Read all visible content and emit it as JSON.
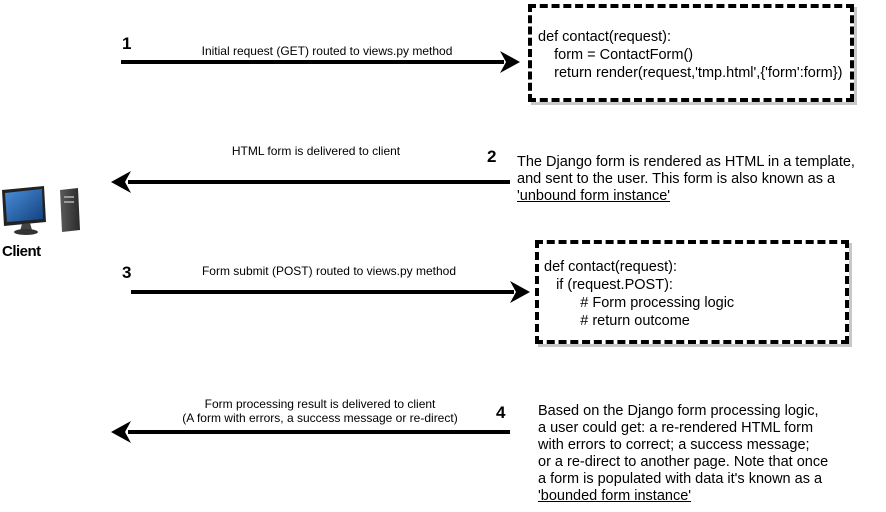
{
  "client": {
    "label": "Client",
    "icon": "desktop-computer-icon"
  },
  "steps": [
    {
      "number": "1",
      "label": "Initial request (GET) routed to views.py method"
    },
    {
      "number": "2",
      "label": "HTML form is delivered to client"
    },
    {
      "number": "3",
      "label": "Form submit (POST) routed to views.py method"
    },
    {
      "number": "4",
      "label_line1": "Form processing result is delivered to client",
      "label_line2": "(A form with errors, a success message or re-direct)"
    }
  ],
  "code1": [
    "def contact(request):",
    "    form = ContactForm()",
    "    return render(request,'tmp.html',{'form':form})"
  ],
  "code2": [
    "def contact(request):",
    "   if (request.POST):",
    "         # Form processing logic",
    "         # return outcome"
  ],
  "desc2": {
    "line1": "The Django form is rendered as HTML in a template,",
    "line2": "and sent to the user. This form is also known as a",
    "line3": "'unbound form instance'"
  },
  "desc4": {
    "line1": "Based on the Django form processing logic,",
    "line2": "a user could get: a re-rendered HTML form",
    "line3": "with errors to correct; a success message;",
    "line4": "or a re-direct to another page. Note that once",
    "line5": "a form is populated with data it's known as a",
    "line6": "'bounded form instance'"
  }
}
